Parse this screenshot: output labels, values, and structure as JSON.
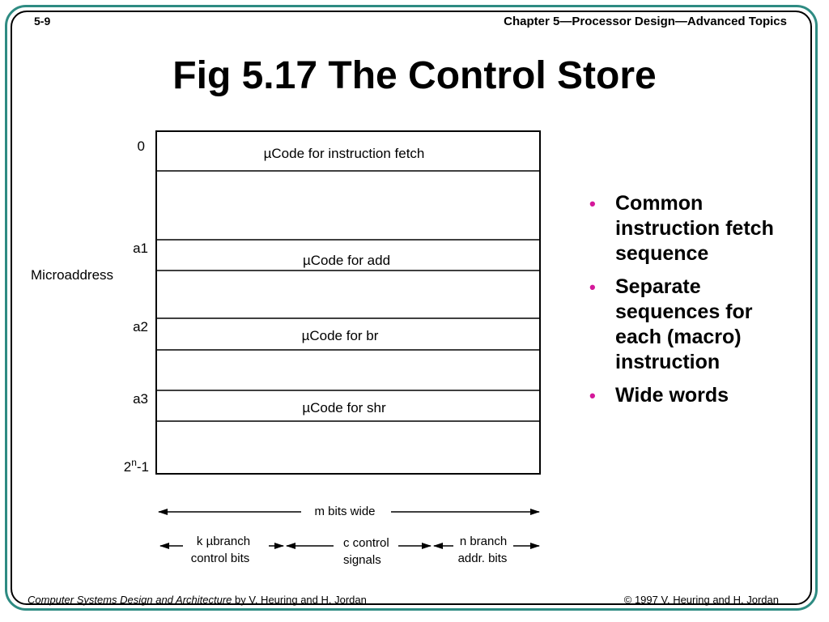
{
  "header": {
    "slide_number": "5-9",
    "chapter": "Chapter 5—Processor Design—Advanced Topics"
  },
  "title": "Fig 5.17  The Control Store",
  "diagram": {
    "address_labels": {
      "zero": "0",
      "a1": "a1",
      "a2": "a2",
      "a3": "a3",
      "last_base": "2",
      "last_sup": "n",
      "last_tail": "-1"
    },
    "axis_label": "Microaddress",
    "mu": "µ",
    "blocks": {
      "fetch": "Code for instruction fetch",
      "add": "Code for add",
      "br": "Code for br",
      "shr": "Code for shr"
    },
    "width_label": "m bits wide",
    "fields": {
      "k_line1_prefix": "k ",
      "k_line1_suffix": "branch",
      "k_line2": "control bits",
      "c_line1": "c control",
      "c_line2": "signals",
      "n_line1": "n branch",
      "n_line2": "addr. bits"
    }
  },
  "bullets": [
    "Common instruction fetch sequence",
    "Separate sequences for each (macro) instruction",
    "Wide words"
  ],
  "colors": {
    "frame": "#2e8b82",
    "bullet": "#d4189a"
  },
  "footer": {
    "book_title": "Computer Systems Design and Architecture",
    "authors": " by V. Heuring and H. Jordan",
    "copyright": "© 1997 V. Heuring and H. Jordan"
  }
}
